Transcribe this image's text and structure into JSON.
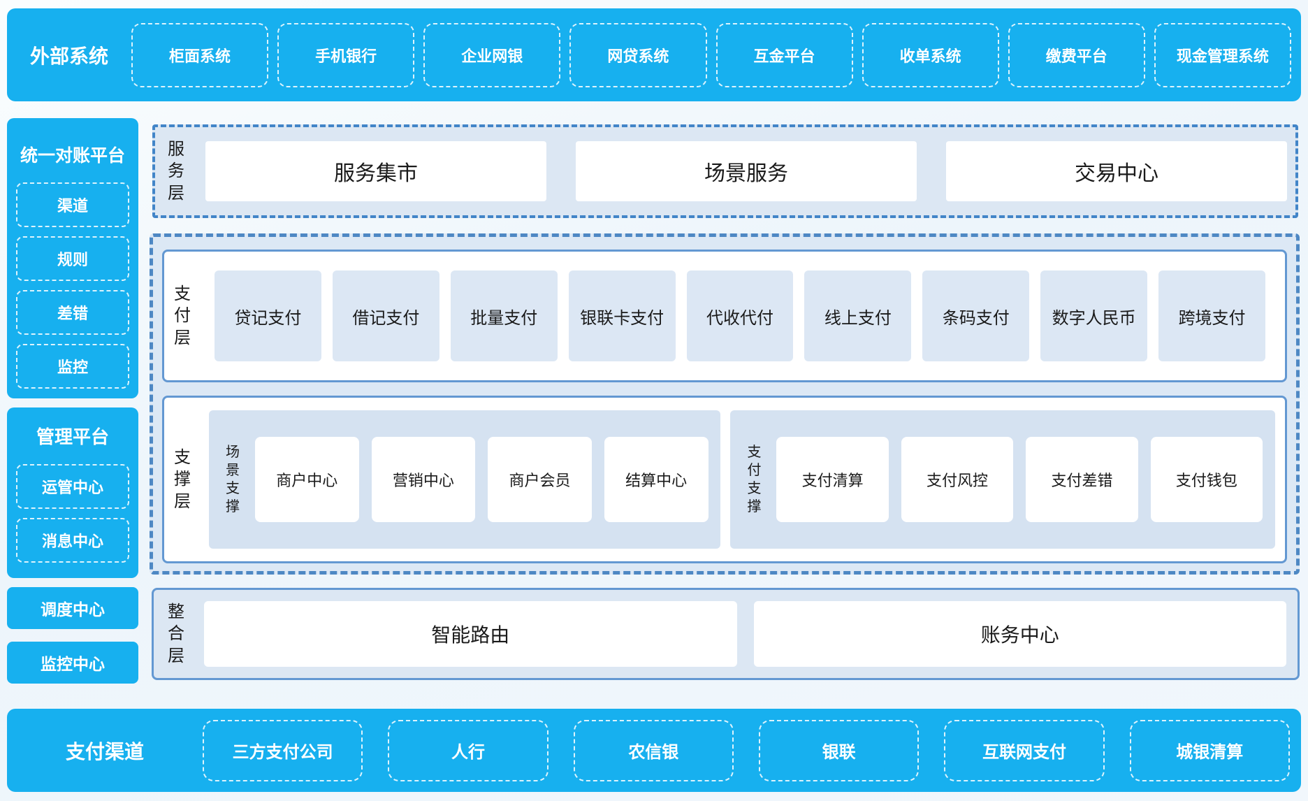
{
  "colors": {
    "brand_blue": "#17b0ef",
    "panel_bg": "#dce8f5",
    "group_bg": "#d5e2f1",
    "solid_border_blue": "#6398d2",
    "dashed_border_blue": "#4e88c4",
    "dark_text": "#1a1a1a"
  },
  "top_bar": {
    "label": "外部系统",
    "items": [
      "柜面系统",
      "手机银行",
      "企业网银",
      "网贷系统",
      "互金平台",
      "收单系统",
      "缴费平台",
      "现金管理系统"
    ]
  },
  "sidebar": {
    "recon": {
      "title": "统一对账平台",
      "items": [
        "渠道",
        "规则",
        "差错",
        "监控"
      ]
    },
    "mgmt": {
      "title": "管理平台",
      "items": [
        "运管中心",
        "消息中心"
      ]
    },
    "standalone": [
      "调度中心",
      "监控中心"
    ]
  },
  "layers": {
    "service": {
      "label": "服务层",
      "items": [
        "服务集市",
        "场景服务",
        "交易中心"
      ]
    },
    "payment": {
      "label": "支付层",
      "items": [
        "贷记支付",
        "借记支付",
        "批量支付",
        "银联卡支付",
        "代收代付",
        "线上支付",
        "条码支付",
        "数字人民币",
        "跨境支付"
      ]
    },
    "support": {
      "label": "支撑层",
      "groups": [
        {
          "label": "场景支撑",
          "items": [
            "商户中心",
            "营销中心",
            "商户会员",
            "结算中心"
          ]
        },
        {
          "label": "支付支撑",
          "items": [
            "支付清算",
            "支付风控",
            "支付差错",
            "支付钱包"
          ]
        }
      ]
    },
    "integration": {
      "label": "整合层",
      "items": [
        "智能路由",
        "账务中心"
      ]
    }
  },
  "bottom_bar": {
    "label": "支付渠道",
    "items": [
      "三方支付公司",
      "人行",
      "农信银",
      "银联",
      "互联网支付",
      "城银清算"
    ]
  }
}
